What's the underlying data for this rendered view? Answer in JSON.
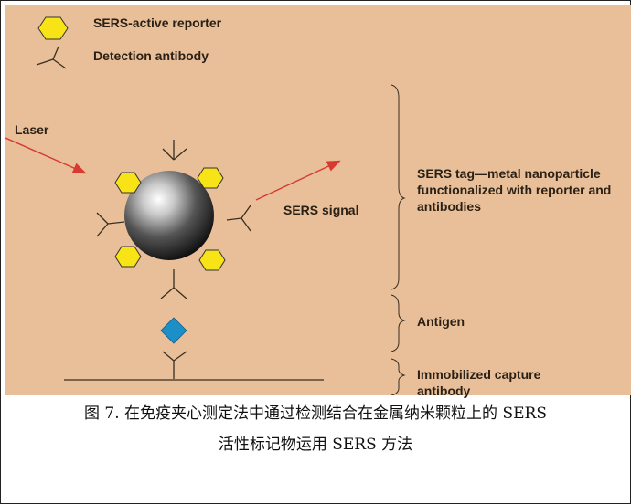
{
  "legend": {
    "reporter_label": "SERS-active reporter",
    "antibody_label": "Detection antibody"
  },
  "labels": {
    "laser": "Laser",
    "sers_signal": "SERS signal",
    "sers_tag": "SERS tag—metal nanoparticle functionalized with reporter and antibodies",
    "antigen": "Antigen",
    "capture": "Immobilized capture antibody"
  },
  "caption": {
    "line1": "图 7. 在免疫夹心测定法中通过检测结合在金属纳米颗粒上的 SERS",
    "line2": "活性标记物运用 SERS 方法"
  },
  "colors": {
    "background": "#e8bf98",
    "reporter_fill": "#f7e316",
    "antigen_fill": "#1a8fc8",
    "arrow": "#d83a32",
    "line": "#3a2e22"
  },
  "icons": [
    "hexagon-reporter-icon",
    "antibody-y-icon",
    "nanoparticle-sphere-icon",
    "antigen-diamond-icon"
  ]
}
